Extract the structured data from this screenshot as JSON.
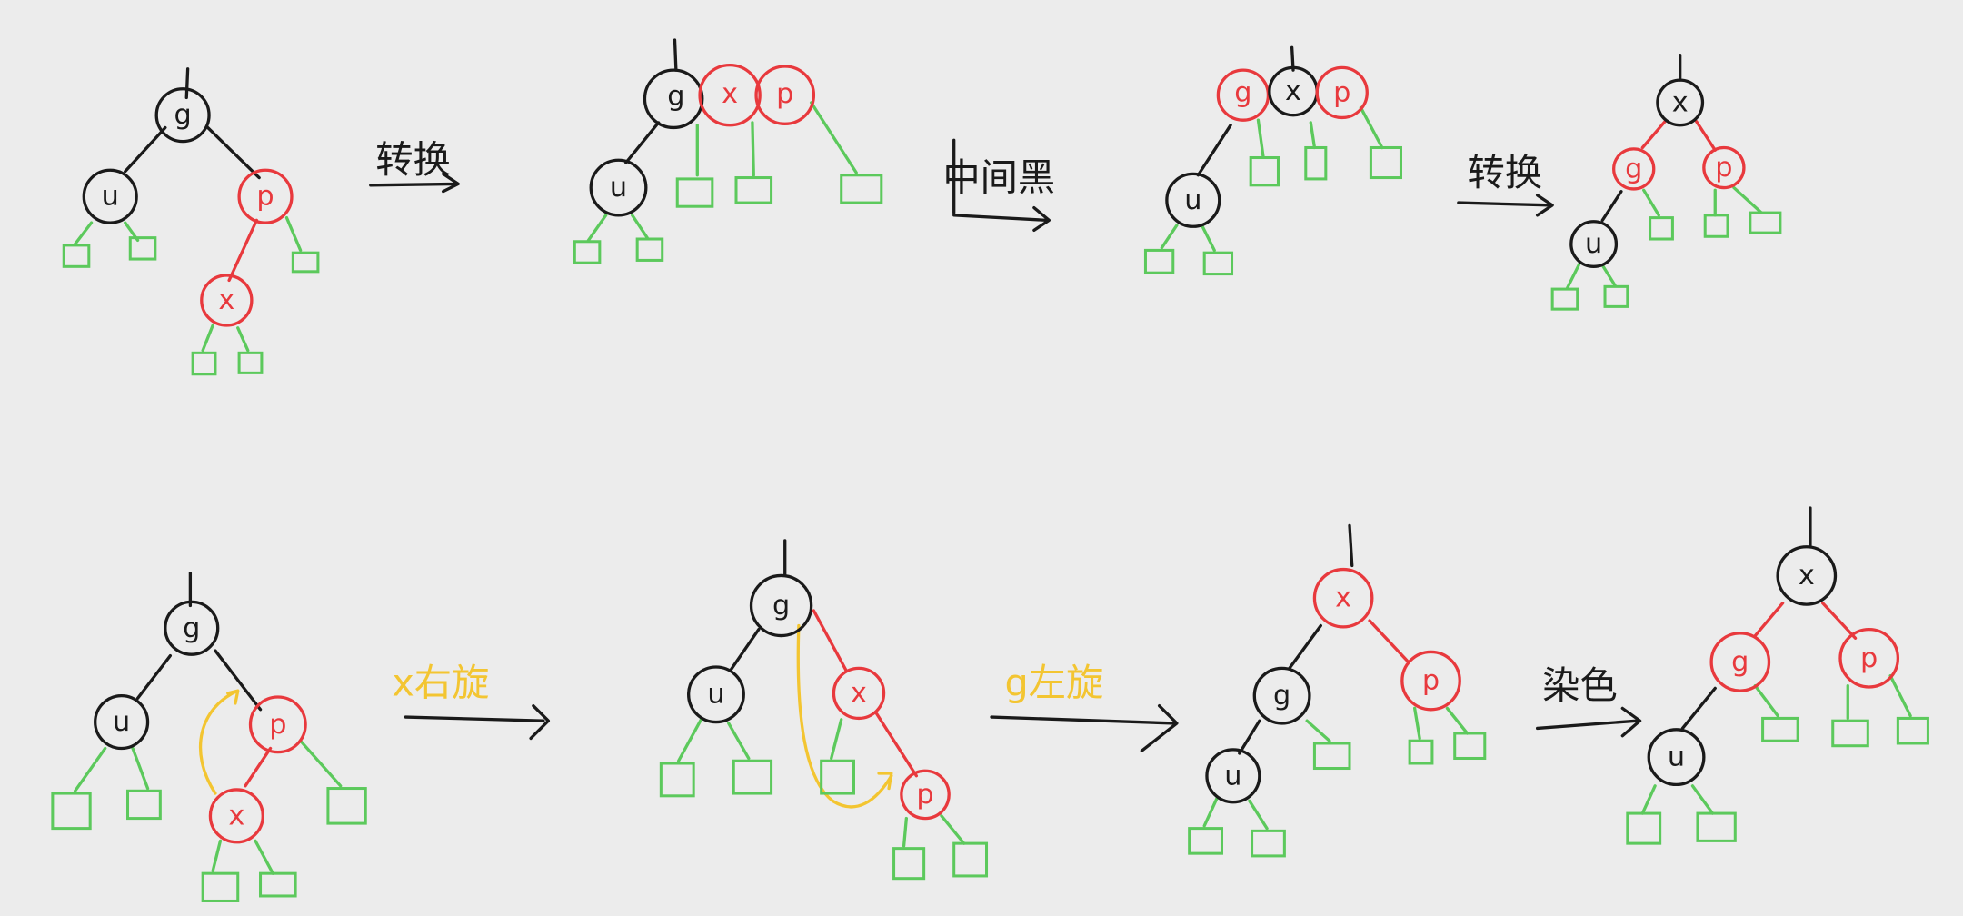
{
  "colors": {
    "background": "#ececec",
    "black": "#1a1a1a",
    "red": "#e8393d",
    "green": "#5cc95c",
    "yellow": "#f3c531"
  },
  "diagrams": [
    {
      "trees": [
        {
          "nodes": [
            {
              "label": "g",
              "color": "black"
            },
            {
              "label": "u",
              "color": "black"
            },
            {
              "label": "p",
              "color": "red"
            },
            {
              "label": "x",
              "color": "red"
            }
          ]
        },
        {
          "nodes": [
            {
              "label": "g",
              "color": "black"
            },
            {
              "label": "x",
              "color": "red"
            },
            {
              "label": "p",
              "color": "red"
            },
            {
              "label": "u",
              "color": "black"
            }
          ]
        },
        {
          "nodes": [
            {
              "label": "g",
              "color": "red"
            },
            {
              "label": "x",
              "color": "black"
            },
            {
              "label": "p",
              "color": "red"
            },
            {
              "label": "u",
              "color": "black"
            }
          ]
        },
        {
          "nodes": [
            {
              "label": "x",
              "color": "black"
            },
            {
              "label": "g",
              "color": "red"
            },
            {
              "label": "p",
              "color": "red"
            },
            {
              "label": "u",
              "color": "black"
            }
          ]
        }
      ],
      "operations": [
        "转换",
        "中间黑",
        "转换"
      ]
    },
    {
      "trees": [
        {
          "nodes": [
            {
              "label": "g",
              "color": "black"
            },
            {
              "label": "u",
              "color": "black"
            },
            {
              "label": "p",
              "color": "red"
            },
            {
              "label": "x",
              "color": "red"
            }
          ]
        },
        {
          "nodes": [
            {
              "label": "g",
              "color": "black"
            },
            {
              "label": "u",
              "color": "black"
            },
            {
              "label": "x",
              "color": "red"
            },
            {
              "label": "p",
              "color": "red"
            }
          ]
        },
        {
          "nodes": [
            {
              "label": "x",
              "color": "red"
            },
            {
              "label": "g",
              "color": "black"
            },
            {
              "label": "p",
              "color": "red"
            },
            {
              "label": "u",
              "color": "black"
            }
          ]
        },
        {
          "nodes": [
            {
              "label": "x",
              "color": "black"
            },
            {
              "label": "g",
              "color": "red"
            },
            {
              "label": "p",
              "color": "red"
            },
            {
              "label": "u",
              "color": "black"
            }
          ]
        }
      ],
      "operations": [
        "x右旋",
        "g左旋",
        "染色"
      ]
    }
  ]
}
